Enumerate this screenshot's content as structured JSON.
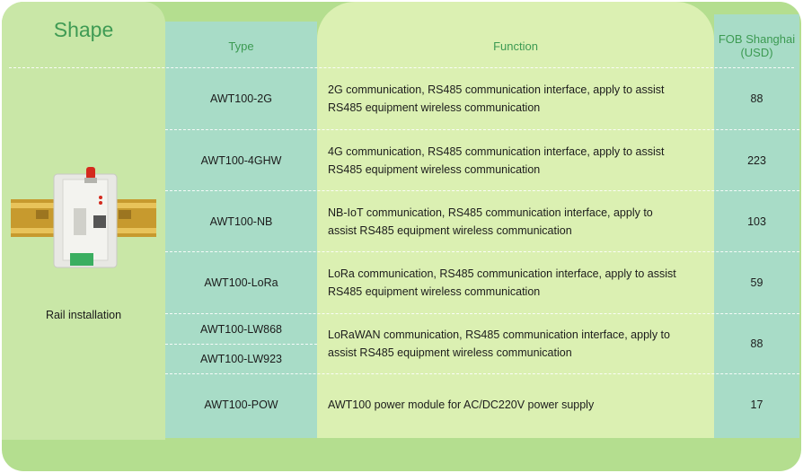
{
  "shape_title": "Shape",
  "headers": {
    "type": "Type",
    "function": "Function",
    "fob_line1": "FOB Shanghai",
    "fob_line2": "(USD)"
  },
  "rows": [
    {
      "type": "AWT100-2G",
      "function_line1": "2G communication, RS485 communication interface, apply to assist",
      "function_line2": "RS485 equipment wireless communication",
      "price": "88"
    },
    {
      "type": "AWT100-4GHW",
      "function_line1": "4G communication, RS485 communication interface, apply to assist",
      "function_line2": "RS485 equipment wireless communication",
      "price": "223"
    },
    {
      "type": "AWT100-NB",
      "function_line1": "NB-IoT communication, RS485 communication interface, apply to",
      "function_line2": "assist RS485 equipment wireless communication",
      "price": "103"
    },
    {
      "type": "AWT100-LoRa",
      "function_line1": "LoRa communication, RS485 communication interface, apply to assist",
      "function_line2": "RS485 equipment wireless communication",
      "price": "59"
    },
    {
      "type": "AWT100-LW868",
      "type2": "AWT100-LW923",
      "function_line1": "LoRaWAN communication, RS485 communication interface, apply to",
      "function_line2": "assist RS485 equipment wireless communication",
      "price": "88"
    },
    {
      "type": "AWT100-POW",
      "function_line1": "AWT100 power module for AC/DC220V power supply",
      "price": "17"
    }
  ],
  "shape_caption": "Rail installation",
  "colors": {
    "outer": "#b4de8f",
    "shape_panel": "#c9e7a7",
    "function_panel": "#dbf0b2",
    "teal_columns": "#a8dcc7",
    "header_text": "#3c9a52"
  },
  "icons": [
    "din-rail-device-icon"
  ]
}
